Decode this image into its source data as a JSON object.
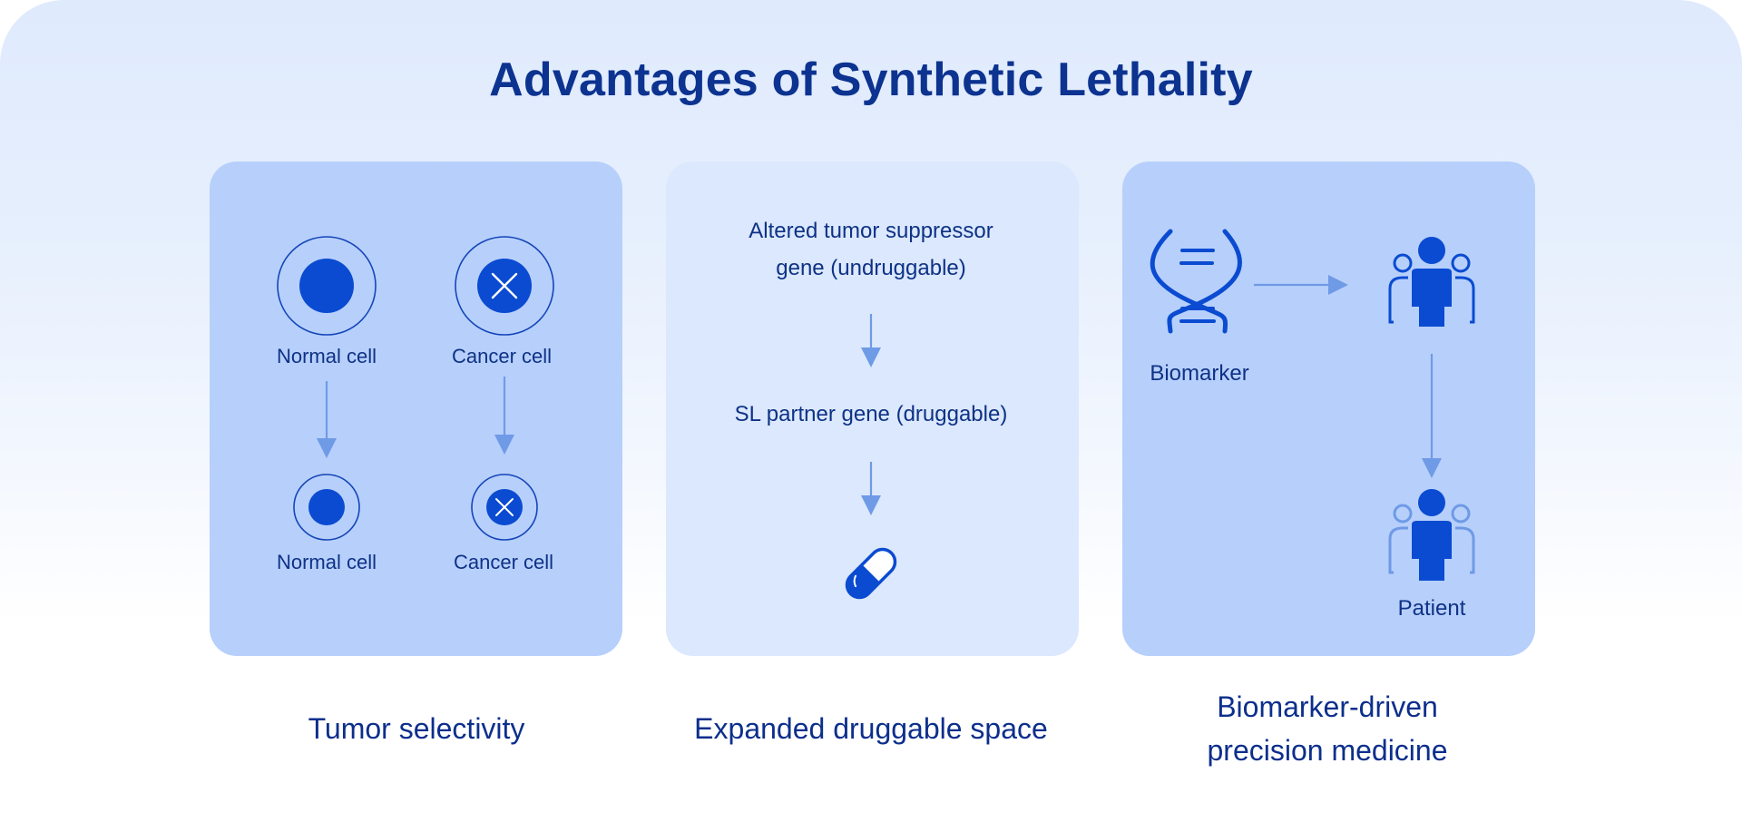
{
  "title": "Advantages of Synthetic Lethality",
  "panels": [
    {
      "caption": "Tumor selectivity",
      "cells": {
        "normal_top": "Normal cell",
        "cancer_top": "Cancer cell",
        "normal_bottom": "Normal cell",
        "cancer_bottom": "Cancer cell"
      }
    },
    {
      "caption": "Expanded druggable space",
      "gene_line1": "Altered tumor suppressor",
      "gene_line2": "gene (undruggable)",
      "partner": "SL partner gene (druggable)"
    },
    {
      "caption_line1": "Biomarker-driven",
      "caption_line2": "precision medicine",
      "biomarker": "Biomarker",
      "patient": "Patient"
    }
  ],
  "colors": {
    "title": "#0d3390",
    "card_dark": "#b7cffb",
    "card_light": "#dbe8fd",
    "icon": "#0a4bd1",
    "arrow": "#6f9ae6"
  },
  "icons": [
    "x-icon",
    "dna-icon",
    "group-icon",
    "pill-icon",
    "arrow-down-icon",
    "arrow-right-icon"
  ]
}
